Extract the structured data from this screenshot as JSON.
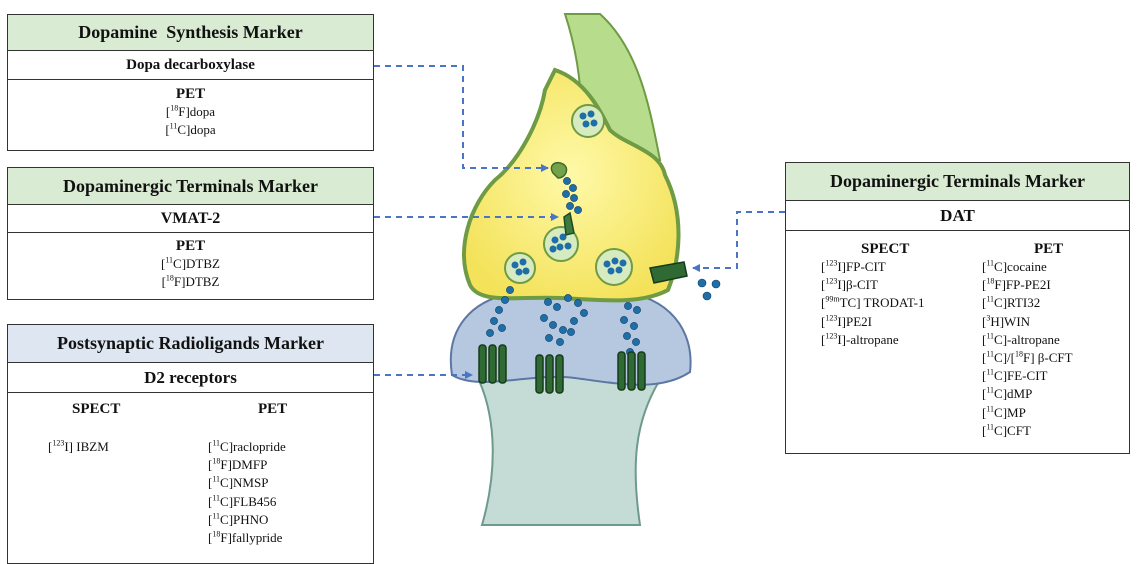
{
  "synthesis": {
    "title": "Dopamine  Synthesis Marker",
    "target": "Dopa decarboxylase",
    "modality": "PET",
    "tracers": [
      {
        "sup": "18",
        "name": "F]dopa"
      },
      {
        "sup": "11",
        "name": "C]dopa"
      }
    ]
  },
  "terminals_left": {
    "title": "Dopaminergic Terminals Marker",
    "target": "VMAT-2",
    "modality": "PET",
    "tracers": [
      {
        "sup": "11",
        "name": "C]DTBZ"
      },
      {
        "sup": "18",
        "name": "F]DTBZ"
      }
    ]
  },
  "postsynaptic": {
    "title": "Postsynaptic Radioligands Marker",
    "target": "D2 receptors",
    "spect_label": "SPECT",
    "pet_label": "PET",
    "spect_tracers": [
      {
        "sup": "123",
        "name": "I] IBZM"
      }
    ],
    "pet_tracers": [
      {
        "sup": "11",
        "name": "C]raclopride"
      },
      {
        "sup": "18",
        "name": "F]DMFP"
      },
      {
        "sup": "11",
        "name": "C]NMSP"
      },
      {
        "sup": "11",
        "name": "C]FLB456"
      },
      {
        "sup": "11",
        "name": "C]PHNO"
      },
      {
        "sup": "18",
        "name": "F]fallypride"
      }
    ]
  },
  "terminals_right": {
    "title": "Dopaminergic Terminals Marker",
    "target": "DAT",
    "spect_label": "SPECT",
    "pet_label": "PET",
    "spect_tracers": [
      {
        "sup": "123",
        "name": "I]FP-CIT"
      },
      {
        "sup": "123",
        "name": "I]β-CIT"
      },
      {
        "sup": "99m",
        "name": "TC] TRODAT-1"
      },
      {
        "sup": "123",
        "name": "I]PE2I"
      },
      {
        "sup": "123",
        "name": "I]-altropane"
      }
    ],
    "pet_tracers": [
      {
        "sup": "11",
        "name": "C]cocaine"
      },
      {
        "sup": "18",
        "name": "F]FP-PE2I"
      },
      {
        "sup": "11",
        "name": "C]RTI32"
      },
      {
        "sup": "3",
        "name": "H]WIN"
      },
      {
        "sup": "11",
        "name": "C]-altropane"
      },
      {
        "sup": "11",
        "sup2": "18",
        "name": "C]/[",
        "name2": "F] β-CFT"
      },
      {
        "sup": "11",
        "name": "C]FE-CIT"
      },
      {
        "sup": "11",
        "name": "C]dMP"
      },
      {
        "sup": "11",
        "name": "C]MP"
      },
      {
        "sup": "11",
        "name": "C]CFT"
      }
    ]
  },
  "colors": {
    "header_green": "#d9ecd3",
    "header_blue": "#dde6f1",
    "arrow": "#4a74c4",
    "presynaptic_yellow": "#fbf17e",
    "axon_green": "#b7dd8c",
    "postsynaptic_blue": "#b6c7e0",
    "dendrite_teal": "#c5dcd6",
    "vesicle_dot": "#1f6ea8",
    "receptor": "#2f6a34"
  }
}
